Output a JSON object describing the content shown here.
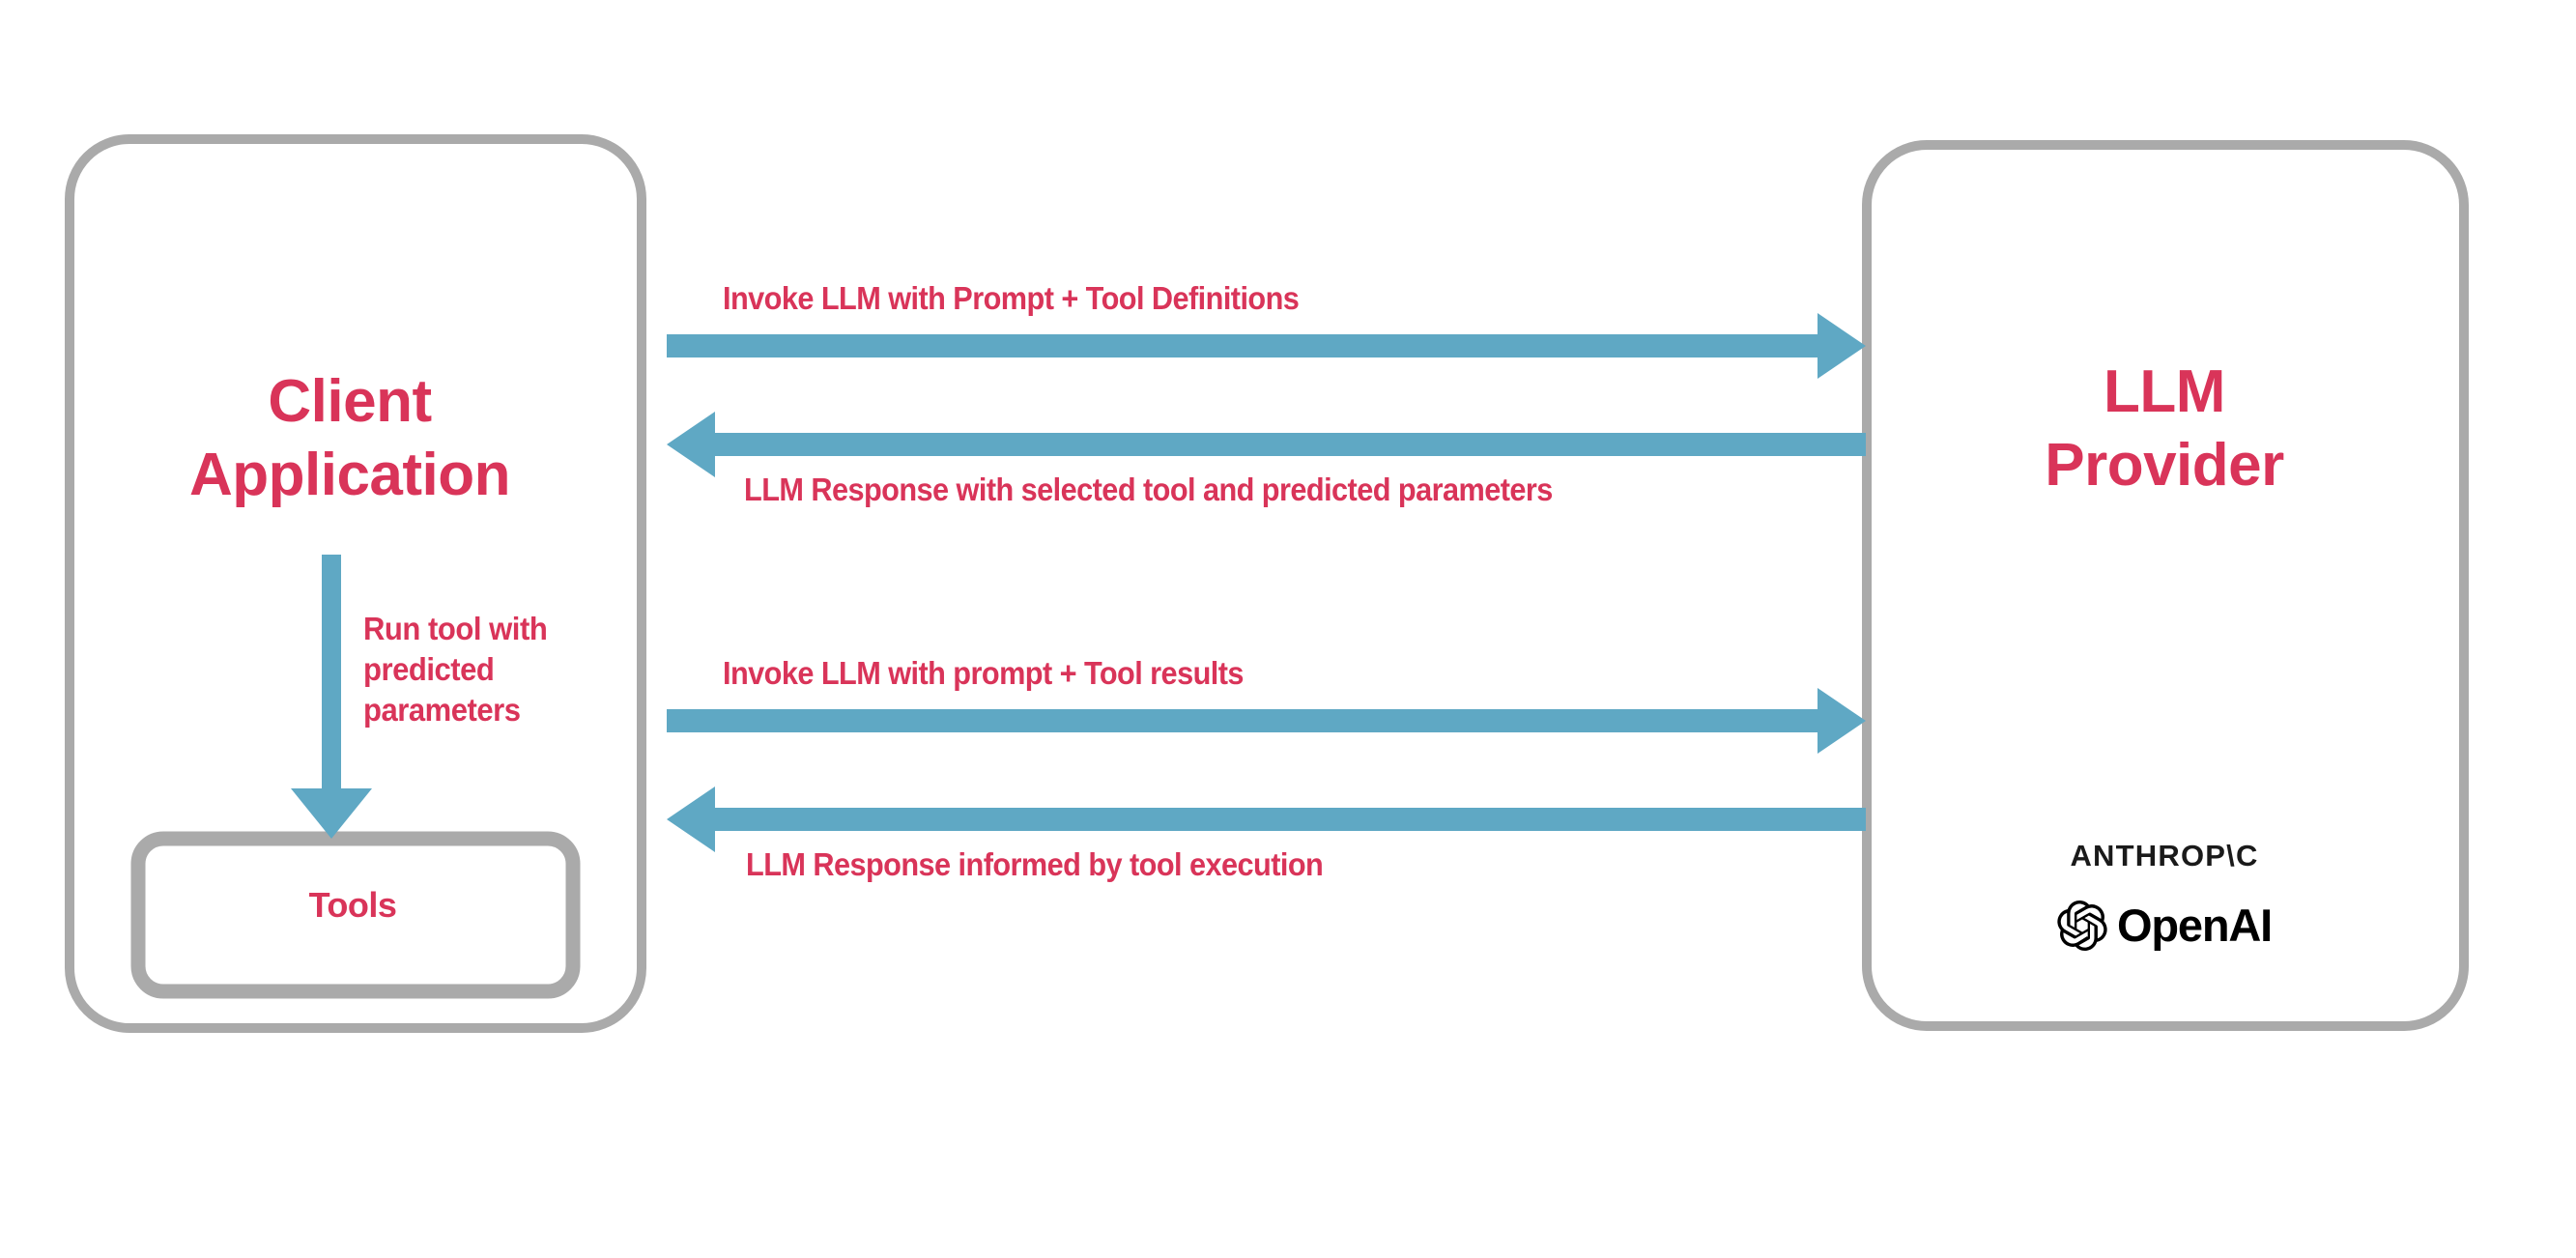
{
  "diagram": {
    "title": "LLM tool-calling sequence between client application and LLM provider",
    "colors": {
      "accent_text": "#d93459",
      "arrow_blue": "#5fa8c4",
      "box_border_gray": "#aaaaaa",
      "logo_black": "#000000",
      "background": "#ffffff"
    },
    "nodes": {
      "client_application": {
        "label": "Client\nApplication",
        "tools": {
          "label": "Tools"
        }
      },
      "llm_provider": {
        "label": "LLM\nProvider",
        "logos": {
          "anthropic": "ANTHROP\\C",
          "openai": "OpenAI"
        }
      }
    },
    "edges": [
      {
        "id": "invoke-1",
        "label": "Invoke LLM with Prompt + Tool Definitions",
        "direction": "right",
        "from": "client_application",
        "to": "llm_provider"
      },
      {
        "id": "response-1",
        "label": "LLM Response with selected tool and predicted parameters",
        "direction": "left",
        "from": "llm_provider",
        "to": "client_application"
      },
      {
        "id": "run-tool",
        "label": "Run tool with\npredicted\nparameters",
        "direction": "down",
        "from": "client_application",
        "to": "tools"
      },
      {
        "id": "invoke-2",
        "label": "Invoke LLM with prompt + Tool results",
        "direction": "right",
        "from": "client_application",
        "to": "llm_provider"
      },
      {
        "id": "response-2",
        "label": "LLM Response informed by tool execution",
        "direction": "left",
        "from": "llm_provider",
        "to": "client_application"
      }
    ]
  }
}
